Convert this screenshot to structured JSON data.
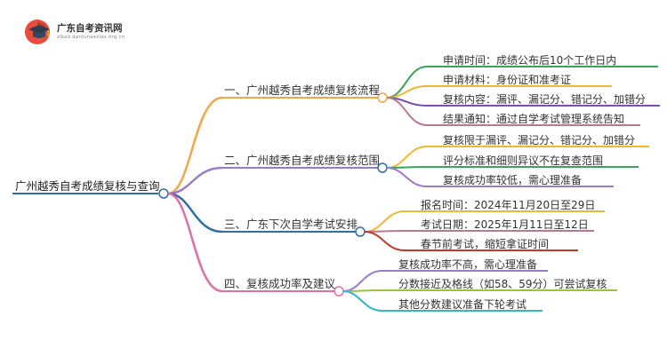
{
  "logo": {
    "title": "广东自考资讯网",
    "subtitle": "zikao.danlunaexlas.org.cn"
  },
  "root": {
    "label": "广州越秀自考成绩复核与查询"
  },
  "branches": [
    {
      "label": "一、广州越秀自考成绩复核流程",
      "color": "#f5a54a",
      "leaves": [
        {
          "label": "申请时间：成绩公布后10个工作日内",
          "color": "#e8463a"
        },
        {
          "label": "申请材料：身份证和准考证",
          "color": "#f2b632"
        },
        {
          "label": "复核内容：漏评、漏记分、错记分、加错分",
          "color": "#7a4fb0"
        },
        {
          "label": "结果通知：通过自学考试管理系统告知",
          "color": "#b97a8c"
        }
      ]
    },
    {
      "label": "二、广州越秀自考成绩复核范围",
      "color": "#9a7bc9",
      "leaves": [
        {
          "label": "复核限于漏评、漏记分、错记分、加错分",
          "color": "#f2b632"
        },
        {
          "label": "评分标准和细则异议不在复查范围",
          "color": "#3aa55a"
        },
        {
          "label": "复核成功率较低，需心理准备",
          "color": "#9a7bc9"
        }
      ]
    },
    {
      "label": "三、广东下次自学考试安排",
      "color": "#2f6fa8",
      "leaves": [
        {
          "label": "报名时间：2024年11月20日至29日",
          "color": "#f2b632"
        },
        {
          "label": "考试日期：2025年1月11日至12日",
          "color": "#b97a8c"
        },
        {
          "label": "春节前考试，缩短拿证时间",
          "color": "#c0392b"
        }
      ]
    },
    {
      "label": "四、复核成功率及建议",
      "color": "#e06fa8",
      "leaves": [
        {
          "label": "复核成功率不高，需心理准备",
          "color": "#9a7bc9"
        },
        {
          "label": "分数接近及格线（如58、59分）可尝试复核",
          "color": "#9ac23c"
        },
        {
          "label": "其他分数建议准备下轮考试",
          "color": "#2fb6c9"
        }
      ]
    }
  ]
}
